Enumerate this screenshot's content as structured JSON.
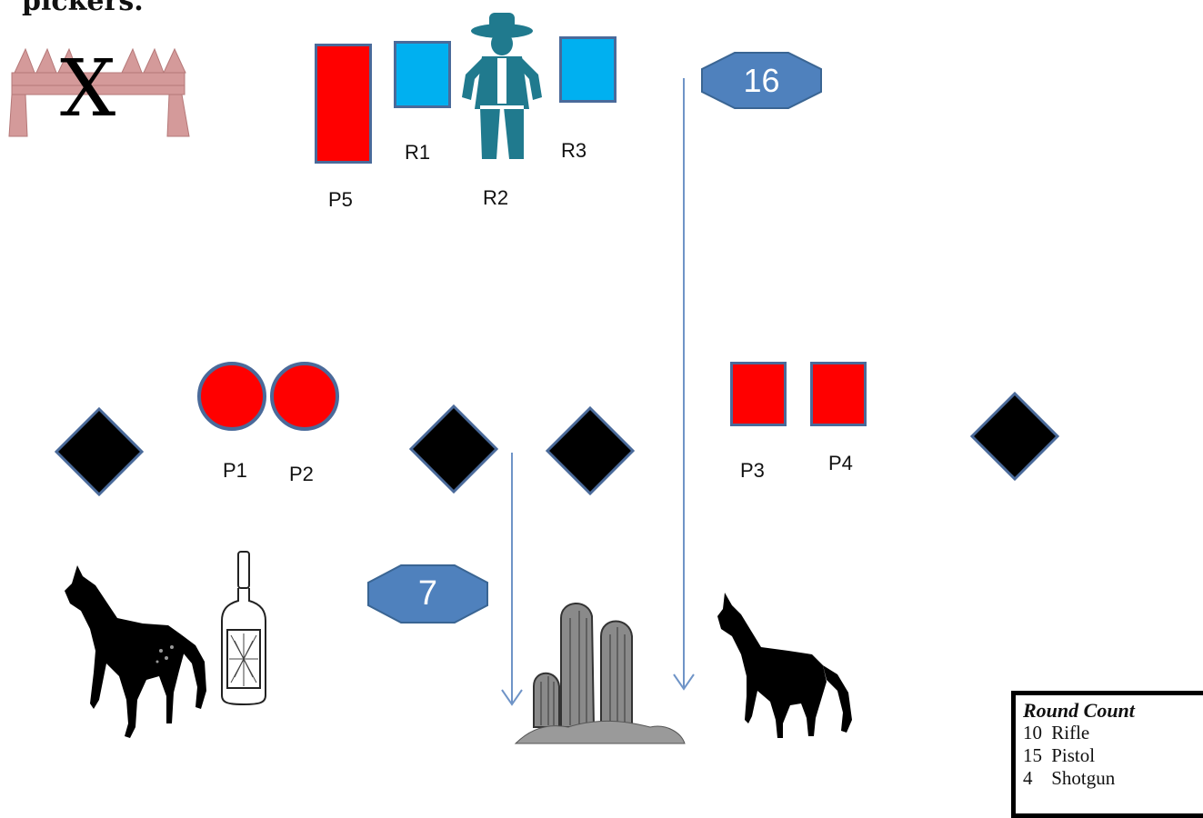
{
  "header": {
    "title_fragment": "pickers."
  },
  "table_prop": {
    "mark": "X"
  },
  "targets": {
    "P1": "P1",
    "P2": "P2",
    "P3": "P3",
    "P4": "P4",
    "P5": "P5",
    "R1": "R1",
    "R2": "R2",
    "R3": "R3"
  },
  "markers": {
    "marker_16": "16",
    "marker_7": "7"
  },
  "round_count": {
    "title": "Round Count",
    "rows": [
      {
        "count": "10",
        "weapon": "Rifle"
      },
      {
        "count": "15",
        "weapon": "Pistol"
      },
      {
        "count": "4",
        "weapon": "Shotgun"
      }
    ]
  },
  "colors": {
    "target_red": "#ff0000",
    "target_blue": "#00b0f0",
    "outline": "#4a6a9a",
    "marker_fill": "#4f81bd",
    "arrow": "#6f94c7",
    "table_prop": "#d9a0a0"
  }
}
